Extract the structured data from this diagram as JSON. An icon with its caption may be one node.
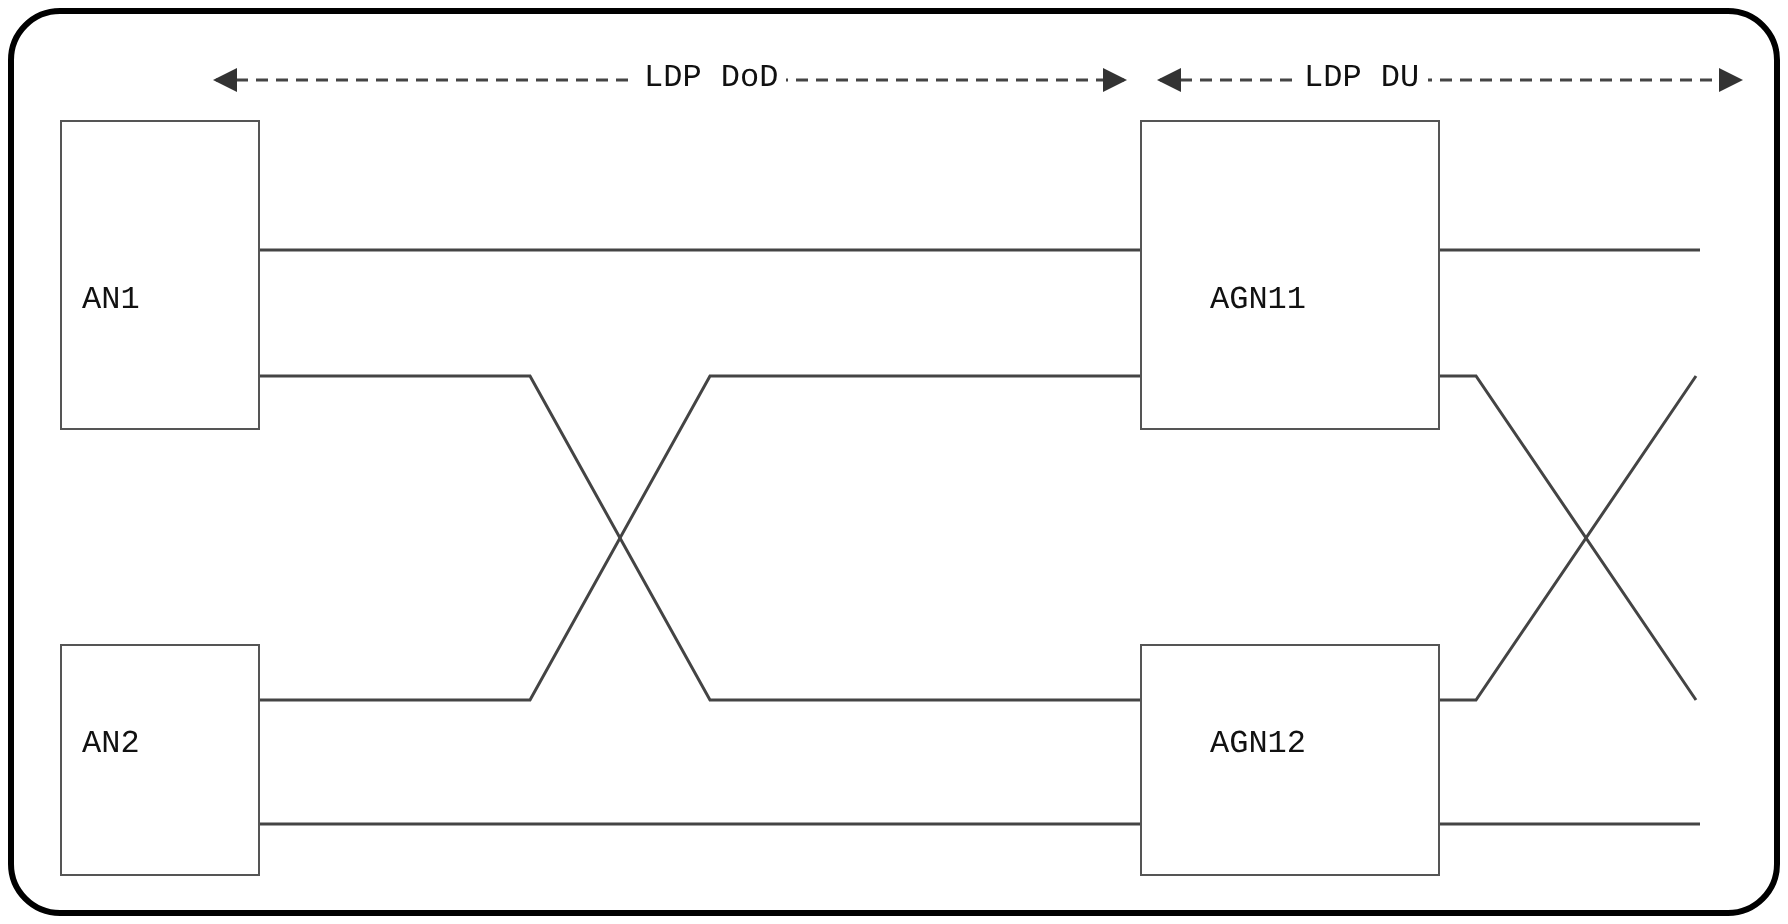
{
  "diagram": {
    "nodes": [
      {
        "text": [
          "AN1"
        ]
      },
      {
        "text": [
          "AN2"
        ]
      },
      {
        "text": [
          "AGN11"
        ]
      },
      {
        "text": [
          "AGN12"
        ]
      }
    ],
    "edges": [
      {
        "from": 0,
        "to": 2,
        "arrow": "none"
      },
      {
        "from": 0,
        "to": 3,
        "arrow": "none"
      },
      {
        "from": 1,
        "to": 2,
        "arrow": "none"
      },
      {
        "from": 1,
        "to": 3,
        "arrow": "none"
      },
      {
        "from": 2,
        "to": null,
        "arrow": "none"
      },
      {
        "from": 2,
        "to": null,
        "arrow": "none"
      },
      {
        "from": 3,
        "to": null,
        "arrow": "none"
      },
      {
        "from": 3,
        "to": null,
        "arrow": "none"
      }
    ],
    "labels": [
      "LDP DoD",
      "LDP DU"
    ]
  }
}
